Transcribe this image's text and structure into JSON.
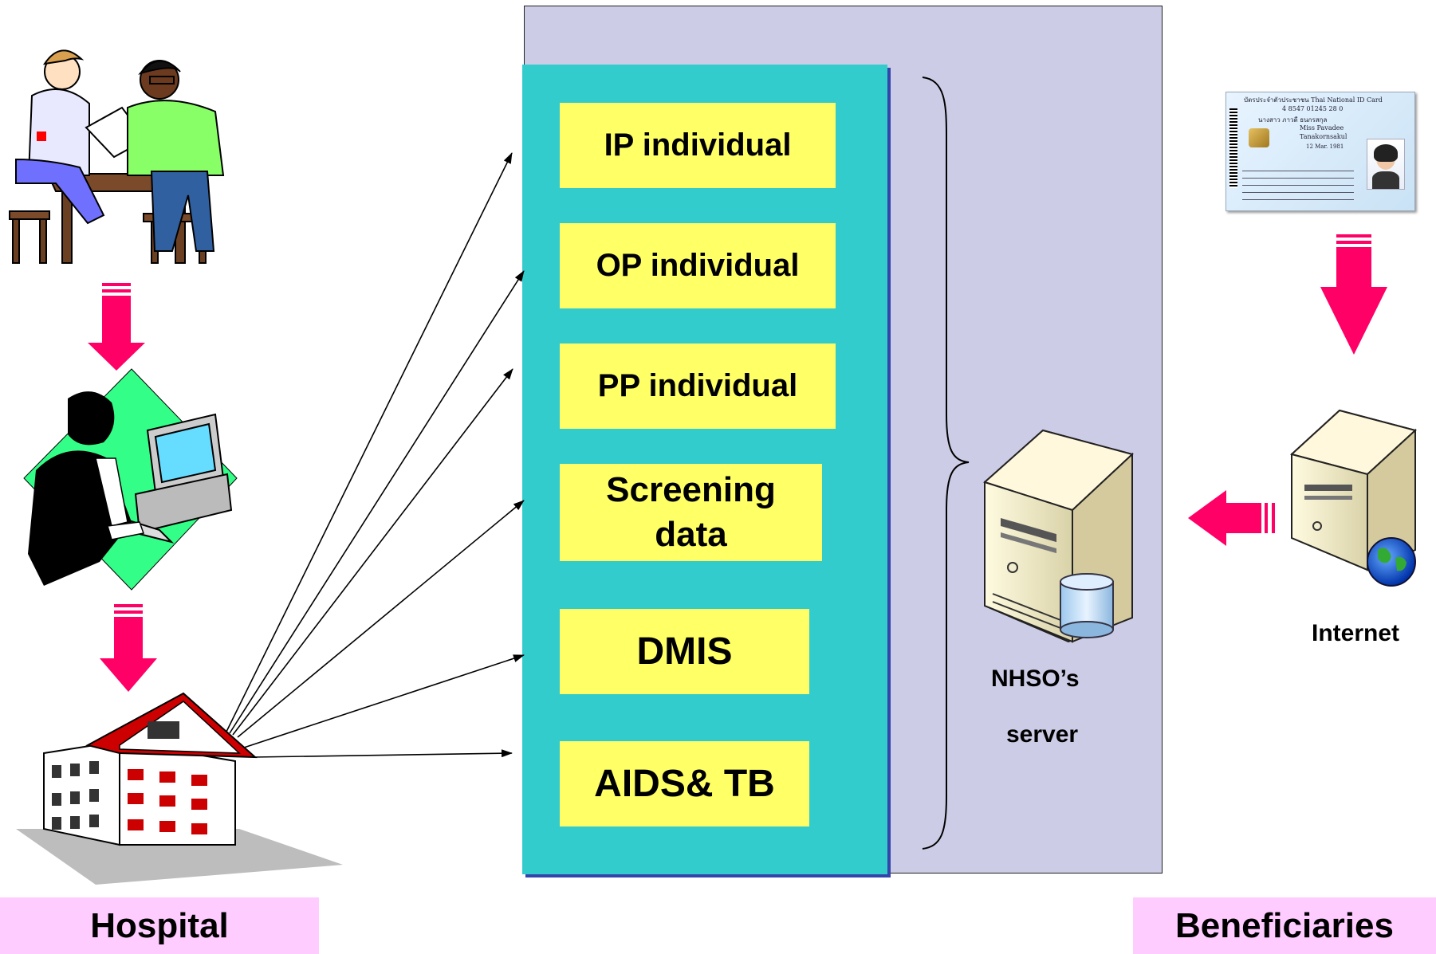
{
  "boxes": [
    {
      "label": "IP individual"
    },
    {
      "label": "OP individual"
    },
    {
      "label": "PP individual"
    },
    {
      "label": "Screening data"
    },
    {
      "label": "DMIS"
    },
    {
      "label": "AIDS& TB"
    }
  ],
  "nhso": {
    "line1": "NHSO’s",
    "line2": "server"
  },
  "internet_label": "Internet",
  "hospital_label": "Hospital",
  "beneficiaries_label": "Beneficiaries",
  "id_card": {
    "header": "บัตรประจำตัวประชาชน Thai National ID Card",
    "id_number": "4 8547 01245 28 0",
    "name_th": "นางสาว ภาวดี ธนกรสกุล",
    "name_en": "Miss Pavadee",
    "last_name": "Tanakornsakul",
    "dob": "12 Mar. 1981"
  },
  "colors": {
    "panel_bg": "#ccccE6",
    "teal": "#33cccc",
    "yellow": "#ffff66",
    "pink_label": "#ffccff",
    "arrow_pink": "#ff0066"
  }
}
